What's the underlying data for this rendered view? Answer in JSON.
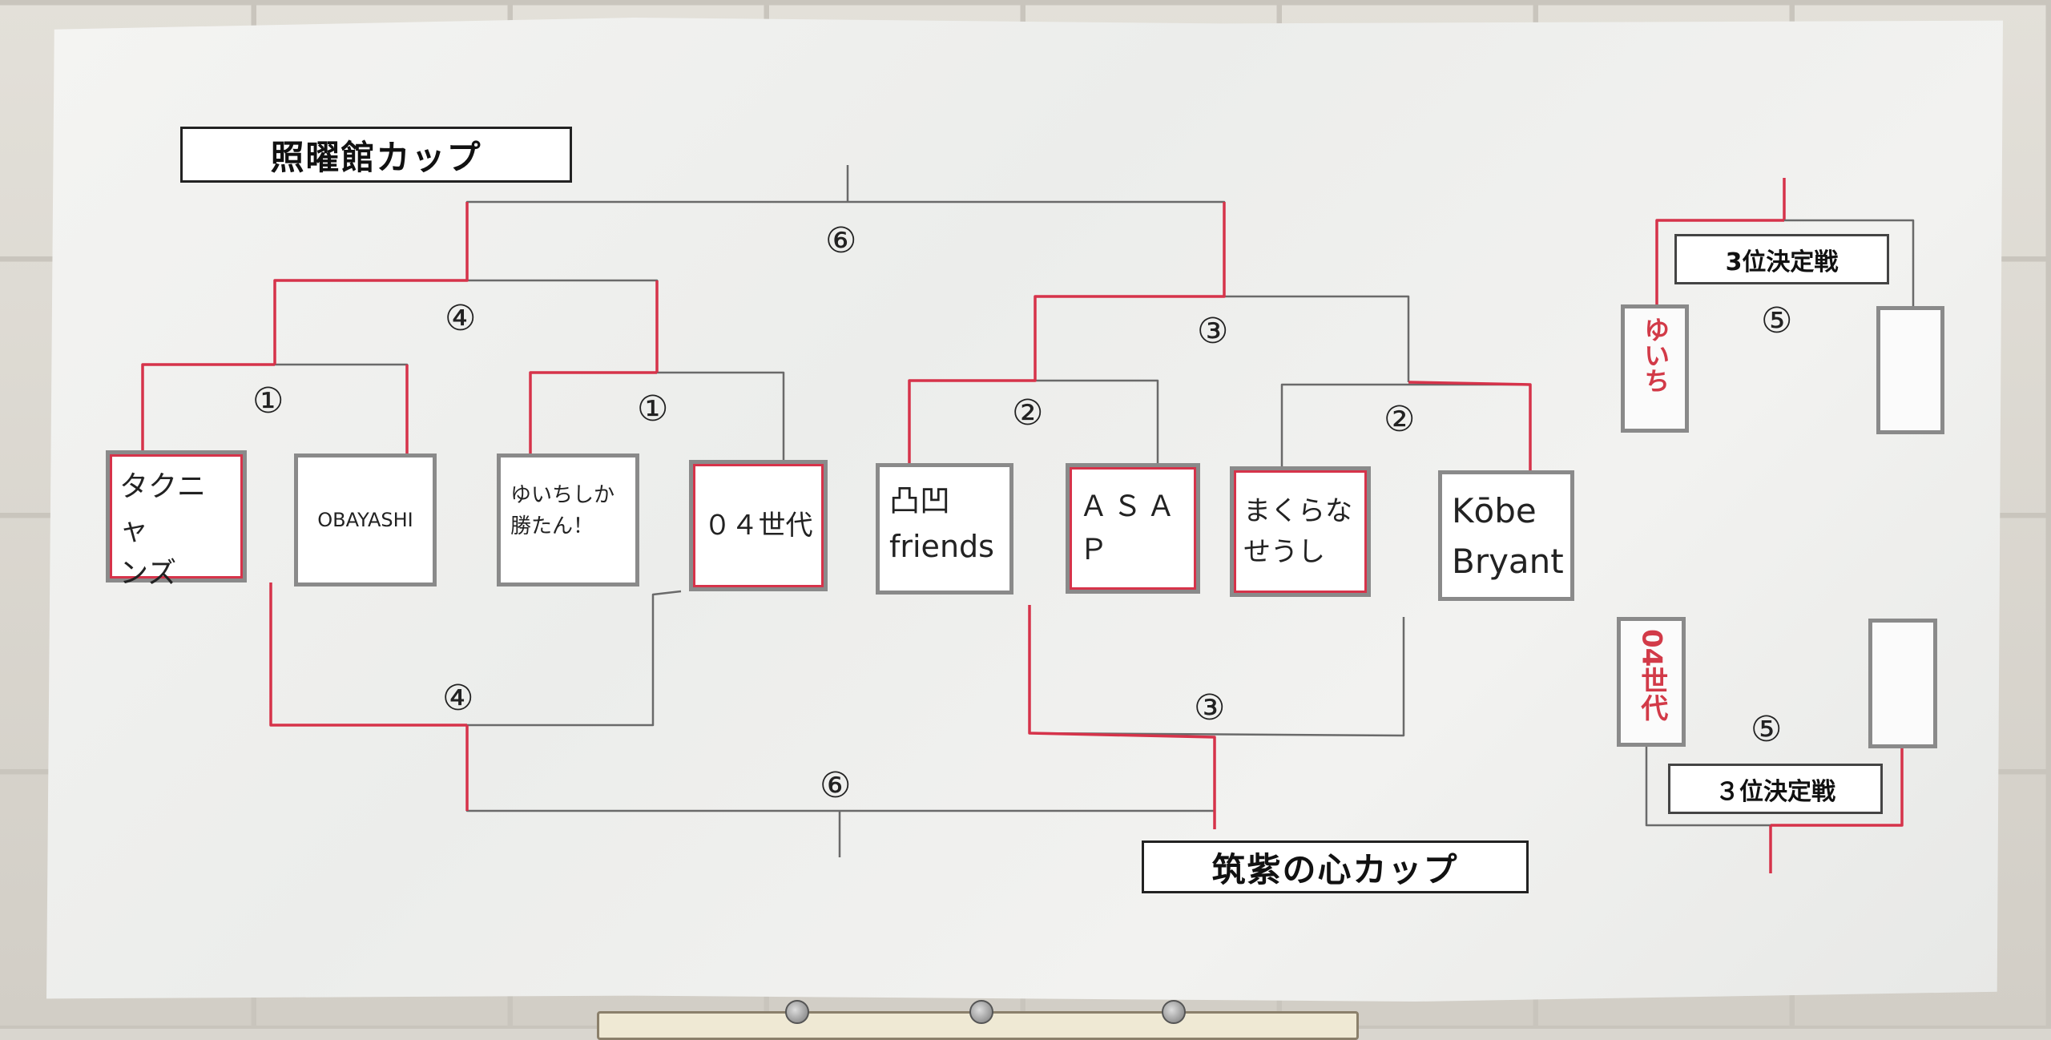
{
  "tournaments": {
    "top_title": "照曜館カップ",
    "bottom_title": "筑紫の心カップ"
  },
  "teams": [
    {
      "label": "タクニャ\nンズ"
    },
    {
      "label": "OBAYASHI"
    },
    {
      "label": "ゆいちしか\n勝たん！"
    },
    {
      "label": "０４世代"
    },
    {
      "label": "凸凹\nfriends"
    },
    {
      "label": "ＡＳＡＰ"
    },
    {
      "label": "まくらな\nせうし"
    },
    {
      "label": "Kōbe\nBryant"
    }
  ],
  "match_numbers": {
    "top_final": "⑥",
    "top_semi_left": "④",
    "top_semi_right": "③",
    "top_r1_a": "①",
    "top_r1_b": "①",
    "top_r1_c": "②",
    "top_r1_d": "②",
    "bottom_semi_left": "④",
    "bottom_semi_right": "③",
    "bottom_final": "⑥",
    "third_top": "⑤",
    "third_bottom": "⑤"
  },
  "third_place": {
    "top_label": "3位決定戦",
    "bottom_label": "３位決定戦",
    "top_left_team": "ゆいち",
    "bottom_left_team": "04世代"
  },
  "colors": {
    "winner_line": "#d6334a",
    "bracket_line": "#6a6a6a",
    "team_border": "#8a8a8a"
  }
}
